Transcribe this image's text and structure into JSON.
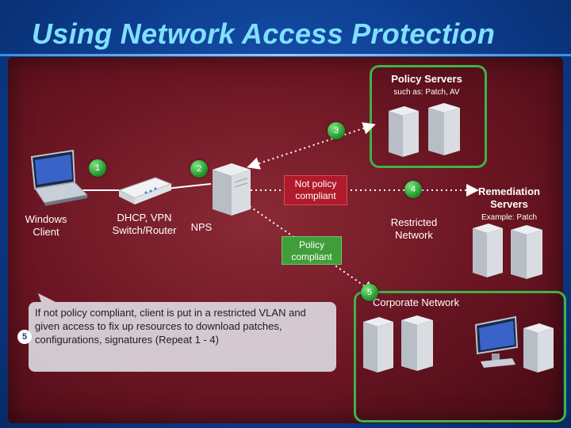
{
  "title": "Using Network Access Protection",
  "policy_servers": {
    "title": "Policy Servers",
    "subtitle": "such as: Patch, AV"
  },
  "windows_client": {
    "label": "Windows Client"
  },
  "switch": {
    "label": "DHCP, VPN Switch/Router"
  },
  "nps": {
    "label": "NPS"
  },
  "not_compliant": {
    "label": "Not policy compliant"
  },
  "compliant": {
    "label": "Policy compliant"
  },
  "restricted": {
    "label": "Restricted Network"
  },
  "remediation": {
    "title": "Remediation Servers",
    "subtitle": "Example: Patch"
  },
  "corporate": {
    "label": "Corporate Network"
  },
  "steps": [
    "1",
    "2",
    "3",
    "4",
    "5"
  ],
  "callout": {
    "step": "5",
    "text": "If not policy compliant, client is put in a restricted VLAN and given access to fix up resources to download patches, configurations, signatures (Repeat 1 - 4)"
  },
  "colors": {
    "background": "#0d3d8f",
    "panel": "#6b1522",
    "title": "#7fe0ff",
    "green": "#3fb24a",
    "red_tag": "#b01a2a",
    "green_tag": "#3f9e3a"
  },
  "icons": [
    "laptop-icon",
    "router-icon",
    "server-icon",
    "monitor-icon"
  ]
}
